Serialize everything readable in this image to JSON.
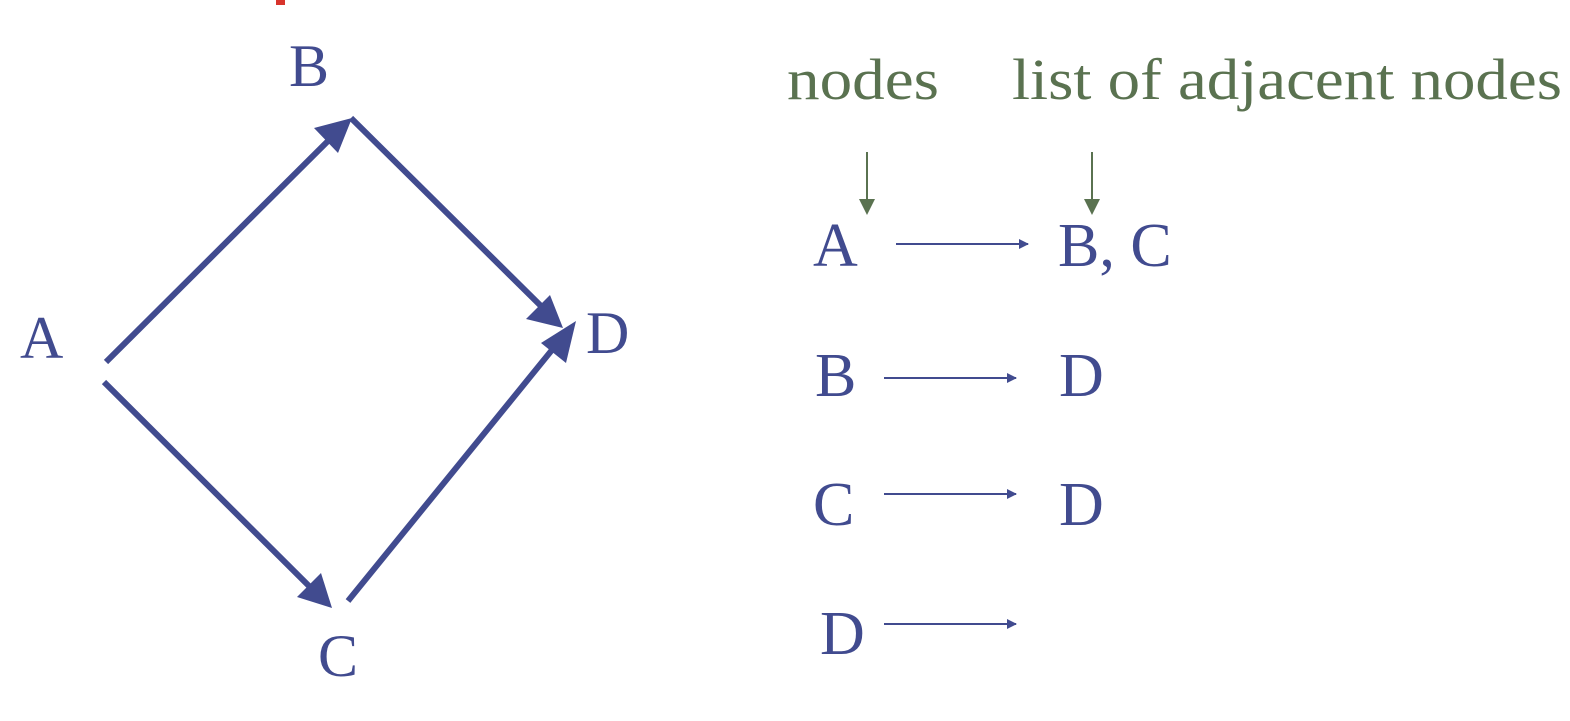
{
  "colors": {
    "graph": "#414b8f",
    "header": "#5a7250",
    "mark": "#d8342c",
    "background": "#ffffff"
  },
  "graph": {
    "nodes": [
      {
        "id": "A",
        "label": "A"
      },
      {
        "id": "B",
        "label": "B"
      },
      {
        "id": "C",
        "label": "C"
      },
      {
        "id": "D",
        "label": "D"
      }
    ],
    "edges": [
      {
        "from": "A",
        "to": "B"
      },
      {
        "from": "A",
        "to": "C"
      },
      {
        "from": "B",
        "to": "D"
      },
      {
        "from": "C",
        "to": "D"
      }
    ]
  },
  "adjacency_list": {
    "headers": {
      "nodes": "nodes",
      "adjacent": "list of adjacent nodes"
    },
    "rows": [
      {
        "node": "A",
        "adjacent": "B, C"
      },
      {
        "node": "B",
        "adjacent": "D"
      },
      {
        "node": "C",
        "adjacent": "D"
      },
      {
        "node": "D",
        "adjacent": ""
      }
    ]
  }
}
